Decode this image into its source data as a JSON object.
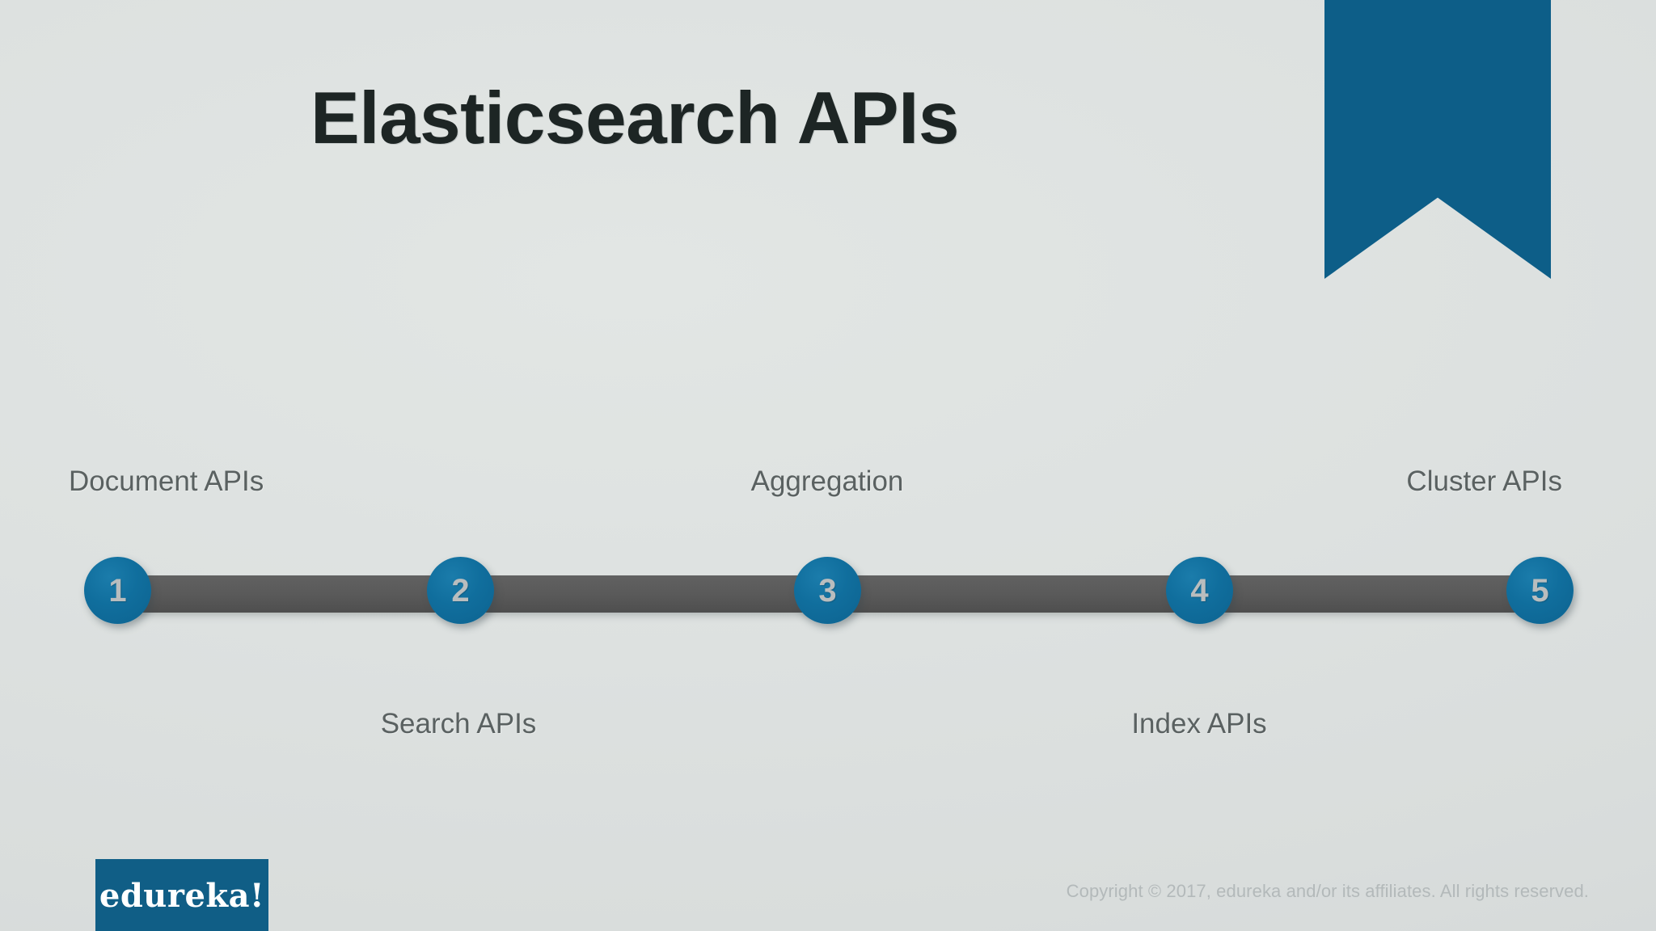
{
  "slide": {
    "title": "Elasticsearch APIs",
    "background_color": "#dde1e0",
    "accent_color": "#0d5e88"
  },
  "ribbon": {
    "name": "bookmark-ribbon",
    "color": "#0d5e88"
  },
  "timeline": {
    "track_color": "#5a5a5a",
    "node_color": "#0f6e9e",
    "node_number_color": "#b9bdbe",
    "nodes": [
      {
        "number": "1",
        "label": "Document APIs",
        "position": "above"
      },
      {
        "number": "2",
        "label": "Search APIs",
        "position": "below"
      },
      {
        "number": "3",
        "label": "Aggregation",
        "position": "above"
      },
      {
        "number": "4",
        "label": "Index APIs",
        "position": "below"
      },
      {
        "number": "5",
        "label": "Cluster APIs",
        "position": "above"
      }
    ]
  },
  "footer": {
    "logo_text": "edureka!",
    "logo_color": "#105e86",
    "copyright": "Copyright © 2017, edureka and/or its affiliates. All rights reserved."
  }
}
